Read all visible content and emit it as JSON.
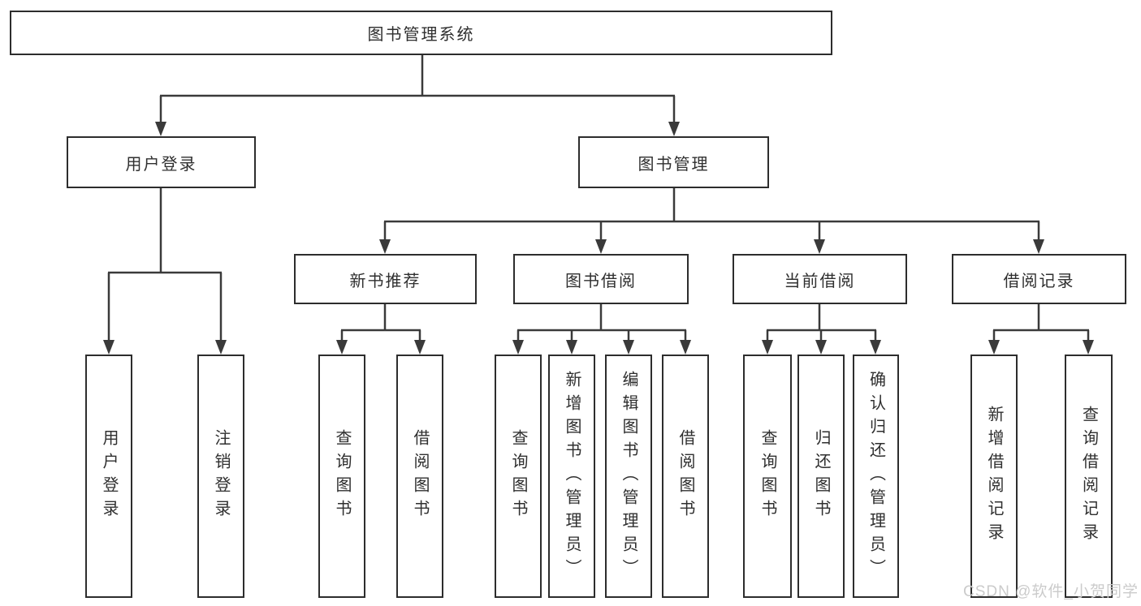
{
  "tree": {
    "root": {
      "label": "图书管理系统"
    },
    "branches": [
      {
        "label": "用户登录",
        "children": [
          {
            "label": "用户登录"
          },
          {
            "label": "注销登录"
          }
        ]
      },
      {
        "label": "图书管理",
        "sections": [
          {
            "label": "新书推荐",
            "children": [
              {
                "label": "查询图书"
              },
              {
                "label": "借阅图书"
              }
            ]
          },
          {
            "label": "图书借阅",
            "children": [
              {
                "label": "查询图书"
              },
              {
                "label": "新增图书（管理员）"
              },
              {
                "label": "编辑图书（管理员）"
              },
              {
                "label": "借阅图书"
              }
            ]
          },
          {
            "label": "当前借阅",
            "children": [
              {
                "label": "查询图书"
              },
              {
                "label": "归还图书"
              },
              {
                "label": "确认归还（管理员）"
              }
            ]
          },
          {
            "label": "借阅记录",
            "children": [
              {
                "label": "新增借阅记录"
              },
              {
                "label": "查询借阅记录"
              }
            ]
          }
        ]
      }
    ]
  },
  "watermark": {
    "text": "CSDN @软件_小贺同学",
    "color": "#cbcbcb"
  },
  "colors": {
    "line": "#3a3a3a",
    "box_border": "#2d2d2d",
    "text": "#2f2f2f",
    "background": "#ffffff"
  }
}
